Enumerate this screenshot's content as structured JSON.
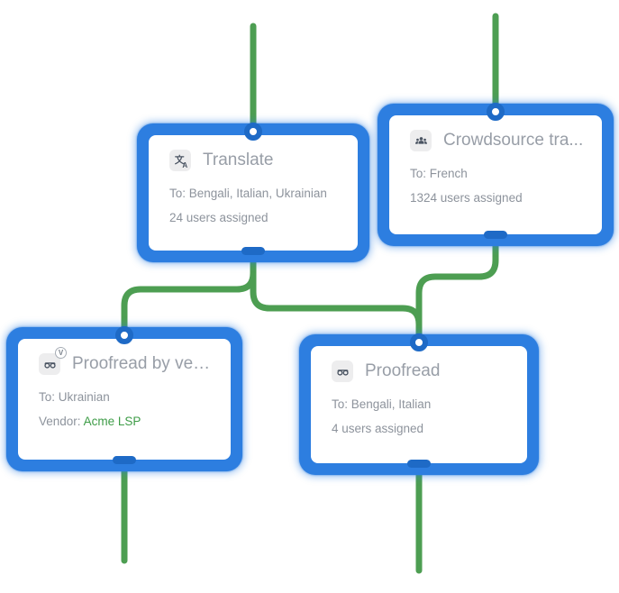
{
  "colors": {
    "selection_blue": "#2d7ee0",
    "handle_blue": "#1e6ac6",
    "connector_green": "#4d9e52",
    "vendor_link_green": "#3e9c47",
    "node_text_gray": "#8d939c"
  },
  "nodes": [
    {
      "id": "translate",
      "icon": "translate-icon",
      "title": "Translate",
      "line1": "To: Bengali, Italian, Ukrainian",
      "line2": "24 users assigned"
    },
    {
      "id": "crowdsource-translation",
      "icon": "crowd-icon",
      "title": "Crowdsource tra...",
      "line1": "To: French",
      "line2": "1324 users assigned"
    },
    {
      "id": "proofread-by-vendor",
      "icon": "glasses-vendor-icon",
      "badge": "V",
      "title": "Proofread by vendor",
      "line1": "To: Ukrainian",
      "vendor_label": "Vendor:",
      "vendor_value": "Acme LSP"
    },
    {
      "id": "proofread",
      "icon": "glasses-icon",
      "title": "Proofread",
      "line1": "To: Bengali, Italian",
      "line2": "4 users assigned"
    }
  ]
}
